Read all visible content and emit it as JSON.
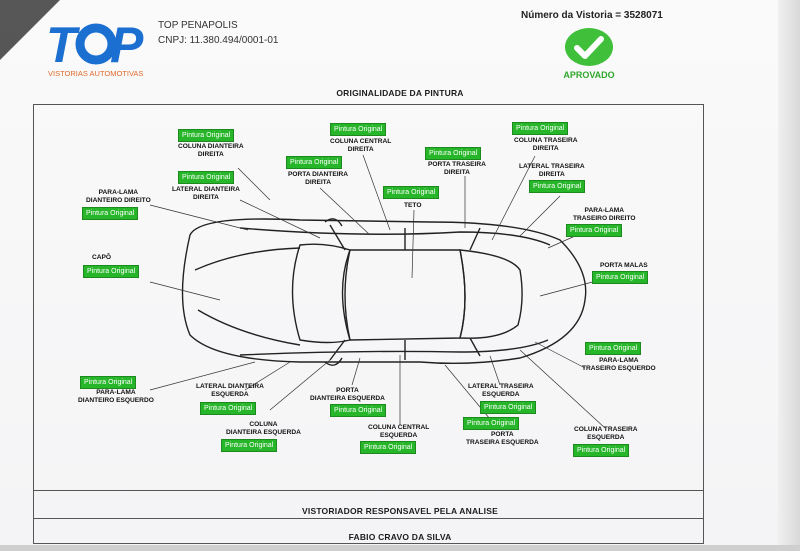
{
  "header": {
    "logo_text": "TOP",
    "logo_subtitle": "VISTORIAS AUTOMOTIVAS",
    "company_name": "TOP PENAPOLIS",
    "cnpj": "CNPJ: 11.380.494/0001-01",
    "vistoria_label": "Número da Vistoria = 3528071",
    "status_label": "APROVADO"
  },
  "section_title": "ORIGINALIDADE DA PINTURA",
  "badge_text": "Pintura Original",
  "parts": [
    {
      "label": "COLUNA DIANTEIRA\nDIREITA",
      "badge": "Pintura Original"
    },
    {
      "label": "COLUNA CENTRAL\nDIREITA",
      "badge": "Pintura Original"
    },
    {
      "label": "PORTA DIANTEIRA\nDIREITA",
      "badge": "Pintura Original"
    },
    {
      "label": "PORTA TRASEIRA\nDIREITA",
      "badge": "Pintura Original"
    },
    {
      "label": "COLUNA TRASEIRA\nDIREITA",
      "badge": "Pintura Original"
    },
    {
      "label": "LATERAL TRASEIRA\nDIREITA",
      "badge": "Pintura Original"
    },
    {
      "label": "LATERAL DIANTEIRA\nDIREITA",
      "badge": "Pintura Original"
    },
    {
      "label": "PARA-LAMA\nDIANTEIRO DIREITO",
      "badge": "Pintura Original"
    },
    {
      "label": "TETO",
      "badge": "Pintura Original"
    },
    {
      "label": "PARA-LAMA\nTRASEIRO DIREITO",
      "badge": "Pintura Original"
    },
    {
      "label": "CAPÔ",
      "badge": "Pintura Original"
    },
    {
      "label": "PORTA MALAS",
      "badge": "Pintura Original"
    },
    {
      "label": "PARA-LAMA\nTRASEIRO ESQUERDO",
      "badge": "Pintura Original"
    },
    {
      "label": "PARA-LAMA\nDIANTEIRO ESQUERDO",
      "badge": "Pintura Original"
    },
    {
      "label": "LATERAL DIANTEIRA\nESQUERDA",
      "badge": "Pintura Original"
    },
    {
      "label": "PORTA\nDIANTEIRA ESQUERDA",
      "badge": "Pintura Original"
    },
    {
      "label": "LATERAL TRASEIRA\nESQUERDA",
      "badge": "Pintura Original"
    },
    {
      "label": "COLUNA\nDIANTEIRA ESQUERDA",
      "badge": "Pintura Original"
    },
    {
      "label": "COLUNA CENTRAL\nESQUERDA",
      "badge": "Pintura Original"
    },
    {
      "label": "PORTA\nTRASEIRA ESQUERDA",
      "badge": "Pintura Original"
    },
    {
      "label": "COLUNA TRASEIRA\nESQUERDA",
      "badge": "Pintura Original"
    }
  ],
  "footer": {
    "responsible_title": "VISTORIADOR RESPONSAVEL PELA ANALISE",
    "responsible_name": "FABIO CRAVO DA SILVA"
  },
  "colors": {
    "badge_green": "#27b52a",
    "logo_blue": "#1b6fd0",
    "approved_green": "#3fbf3a"
  }
}
